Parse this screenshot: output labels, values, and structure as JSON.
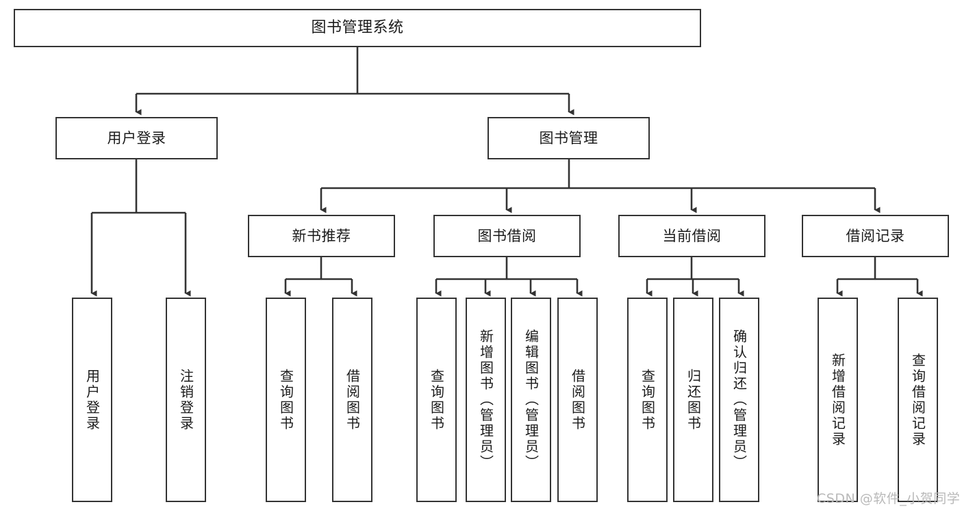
{
  "diagram": {
    "title": "图书管理系统",
    "watermark": "CSDN @软件_小贺同学",
    "line_color": "#333333",
    "box_fill": "#ffffff",
    "text_color": "#1b1b1b",
    "watermark_color": "#b9b9b9"
  },
  "nodes": {
    "root": {
      "label": "图书管理系统"
    },
    "level1": [
      {
        "label": "用户登录"
      },
      {
        "label": "图书管理"
      }
    ],
    "level2": [
      {
        "label": "新书推荐"
      },
      {
        "label": "图书借阅"
      },
      {
        "label": "当前借阅"
      },
      {
        "label": "借阅记录"
      }
    ],
    "level3": {
      "user_login": [
        {
          "label": "用户登录"
        },
        {
          "label": "注销登录"
        }
      ],
      "new_book_recommend": [
        {
          "label": "查询图书"
        },
        {
          "label": "借阅图书"
        }
      ],
      "book_borrow": [
        {
          "label": "查询图书"
        },
        {
          "label": "新增图书（管理员）"
        },
        {
          "label": "编辑图书（管理员）"
        },
        {
          "label": "借阅图书"
        }
      ],
      "current_borrow": [
        {
          "label": "查询图书"
        },
        {
          "label": "归还图书"
        },
        {
          "label": "确认归还（管理员）"
        }
      ],
      "borrow_record": [
        {
          "label": "新增借阅记录"
        },
        {
          "label": "查询借阅记录"
        }
      ]
    }
  },
  "chart_data": {
    "type": "tree-diagram",
    "title": "图书管理系统",
    "orientation": "top-down",
    "tree": {
      "name": "图书管理系统",
      "children": [
        {
          "name": "用户登录",
          "children": [
            {
              "name": "用户登录"
            },
            {
              "name": "注销登录"
            }
          ]
        },
        {
          "name": "图书管理",
          "children": [
            {
              "name": "新书推荐",
              "children": [
                {
                  "name": "查询图书"
                },
                {
                  "name": "借阅图书"
                }
              ]
            },
            {
              "name": "图书借阅",
              "children": [
                {
                  "name": "查询图书"
                },
                {
                  "name": "新增图书（管理员）"
                },
                {
                  "name": "编辑图书（管理员）"
                },
                {
                  "name": "借阅图书"
                }
              ]
            },
            {
              "name": "当前借阅",
              "children": [
                {
                  "name": "查询图书"
                },
                {
                  "name": "归还图书"
                },
                {
                  "name": "确认归还（管理员）"
                }
              ]
            },
            {
              "name": "借阅记录",
              "children": [
                {
                  "name": "新增借阅记录"
                },
                {
                  "name": "查询借阅记录"
                }
              ]
            }
          ]
        }
      ]
    }
  }
}
